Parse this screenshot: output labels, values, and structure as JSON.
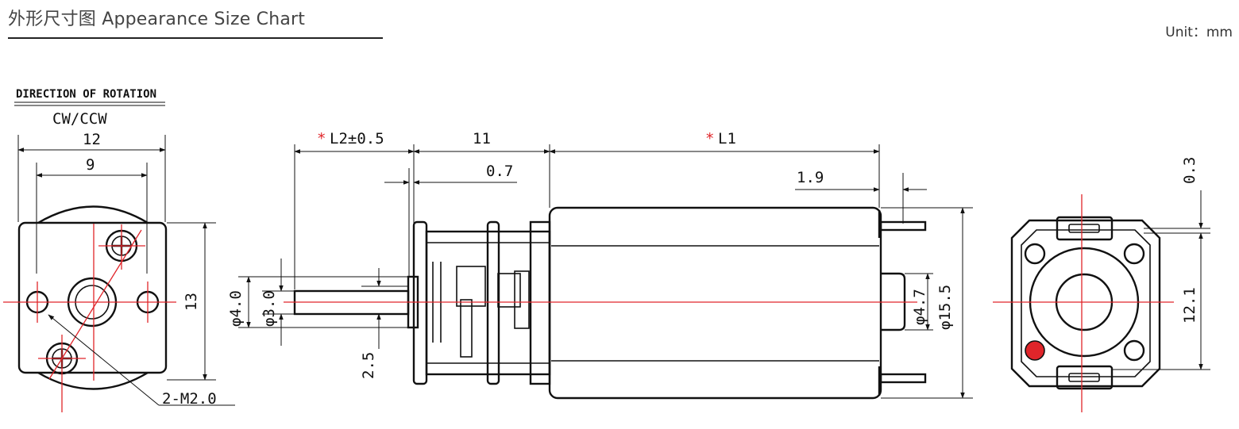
{
  "header": {
    "title": "外形尺寸图 Appearance Size Chart",
    "unit": "Unit：mm"
  },
  "rotation": {
    "heading": "DIRECTION OF ROTATION",
    "value": "CW/CCW"
  },
  "dimensions": {
    "front_width": "12",
    "front_hole_spacing": "9",
    "front_height": "13",
    "screw_holes": "2-M2.0",
    "l2_star": "*",
    "l2": "L2±0.5",
    "gearbox_length": "11",
    "flange": "0.7",
    "l1_star": "*",
    "l1": "L1",
    "terminal_offset": "1.9",
    "shaft_dia_outer": "φ4.0",
    "shaft_dia": "φ3.0",
    "shaft_flat": "2.5",
    "boss_dia": "φ4.7",
    "motor_dia": "φ15.5",
    "rear_offset": "0.3",
    "rear_height": "12.1"
  },
  "colors": {
    "centerline": "#e0252a",
    "line": "#111111",
    "polarity_dot": "#e0252a"
  }
}
